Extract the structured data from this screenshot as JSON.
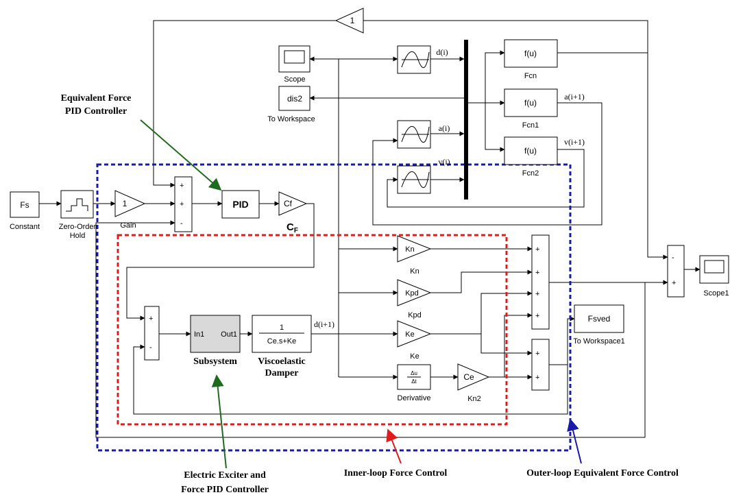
{
  "blocks": {
    "gain_top": "1",
    "scope": "Scope",
    "to_workspace": "To Workspace",
    "dis2": "dis2",
    "fcn": {
      "content": "f(u)",
      "name": "Fcn"
    },
    "fcn1": {
      "content": "f(u)",
      "name": "Fcn1"
    },
    "fcn2": {
      "content": "f(u)",
      "name": "Fcn2"
    },
    "constant": {
      "content": "Fs",
      "name": "Constant"
    },
    "zoh": {
      "name_line1": "Zero-Order",
      "name_line2": "Hold"
    },
    "gain": {
      "content": "1",
      "name": "Gain"
    },
    "pid": "PID",
    "cf": {
      "content": "Cf",
      "label": "C",
      "label_sub": "F"
    },
    "subsystem": {
      "in": "In1",
      "out": "Out1",
      "name": "Subsystem"
    },
    "damper_tf": {
      "num": "1",
      "den": "Ce.s+Ke",
      "name_line1": "Viscoelastic",
      "name_line2": "Damper"
    },
    "kn": {
      "content": "Kn",
      "name": "Kn"
    },
    "kpd": {
      "content": "Kpd",
      "name": "Kpd"
    },
    "ke": {
      "content": "Ke",
      "name": "Ke"
    },
    "derivative": {
      "num": "Δu",
      "den": "Δt",
      "name": "Derivative"
    },
    "kn2": {
      "content": "Ce",
      "name": "Kn2"
    },
    "to_workspace1": {
      "content": "Fsved",
      "name": "To Workspace1"
    },
    "scope1": "Scope1"
  },
  "signs": {
    "sum_outer": [
      "+",
      "+",
      "-"
    ],
    "sum_inner": [
      "+",
      "-"
    ],
    "sum_big": [
      "+",
      "+",
      "+",
      "+"
    ],
    "sum_small": [
      "+",
      "+"
    ],
    "sum_right": [
      "-",
      "+"
    ]
  },
  "signals": {
    "d_i": "d(i)",
    "a_i": "a(i)",
    "v_i": "v(i)",
    "a_i1": "a(i+1)",
    "v_i1": "v(i+1)",
    "d_i1": "d(i+1)"
  },
  "annotations": {
    "eq_pid_line1": "Equivalent Force",
    "eq_pid_line2": "PID Controller",
    "exciter_line1": "Electric Exciter and",
    "exciter_line2": "Force PID Controller",
    "inner_loop": "Inner-loop  Force Control",
    "outer_loop": "Outer-loop Equivalent Force Control"
  },
  "colors": {
    "outer_box": "#1a1aa8",
    "inner_box": "#e01b1b",
    "eq_arrow": "#1e6b1e",
    "exciter_arrow": "#1e6b1e",
    "inner_arrow": "#e01b1b",
    "outer_arrow": "#1a1aa8",
    "subsystem_fill": "#d9d9d9"
  }
}
